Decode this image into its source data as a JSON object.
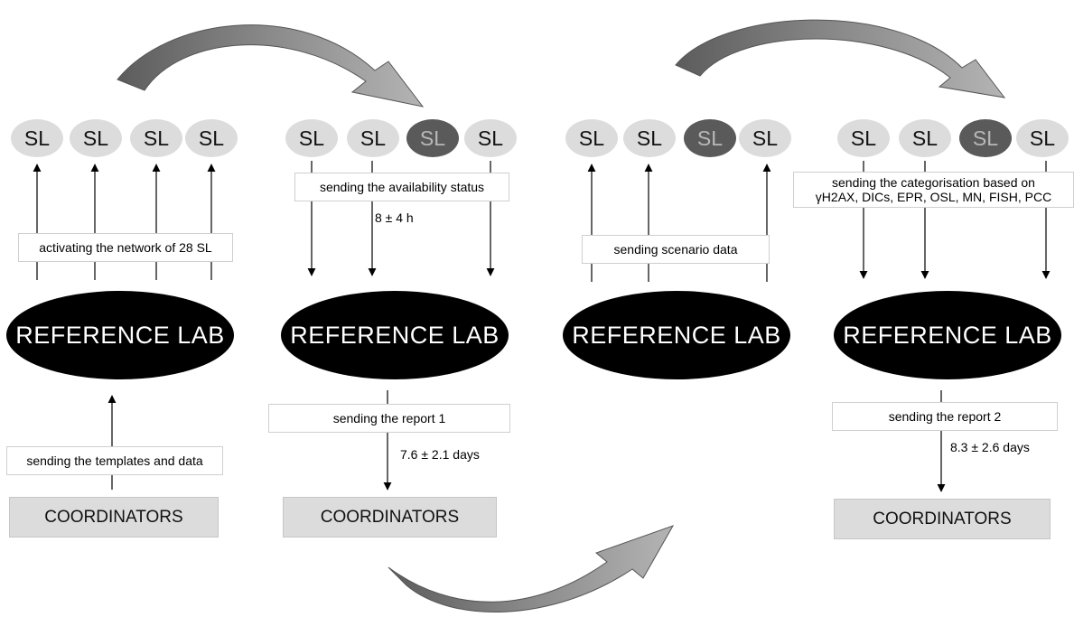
{
  "sl_label": "SL",
  "reference_lab": "REFERENCE LAB",
  "coordinators": "COORDINATORS",
  "step1": {
    "activate": "activating the network of 28 SL",
    "templates": "sending the templates and data"
  },
  "step2": {
    "availability": "sending the availability status",
    "availability_time": "8 ± 4 h",
    "report": "sending the report 1",
    "report_time": "7.6 ± 2.1 days"
  },
  "step3": {
    "scenario": "sending scenario data"
  },
  "step4": {
    "categorisation_line1": "sending the categorisation based on",
    "categorisation_line2": "γH2AX, DICs, EPR, OSL, MN, FISH, PCC",
    "report": "sending the report 2",
    "report_time": "8.3 ± 2.6 days"
  }
}
